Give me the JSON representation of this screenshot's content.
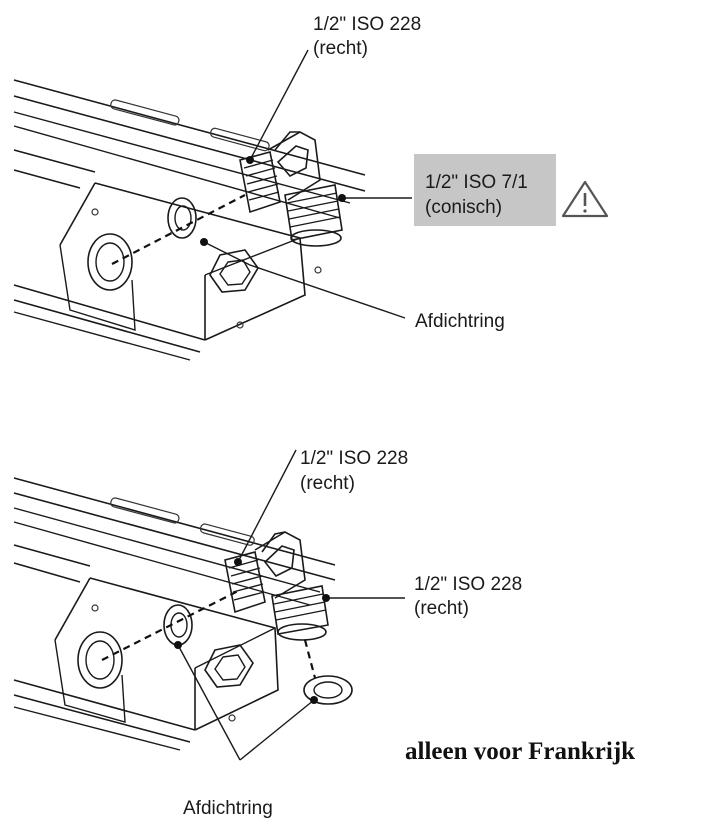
{
  "diagram_top": {
    "label_pipe": {
      "line1": "1/2\"  ISO 228",
      "line2": "(recht)"
    },
    "label_outlet": {
      "line1": "1/2\"  ISO 7/1",
      "line2": "(conisch)",
      "highlight": "#c6c6c6"
    },
    "label_ring": "Afdichtring",
    "icons": [
      "warning-triangle-icon"
    ]
  },
  "diagram_bottom": {
    "label_pipe": {
      "line1": "1/2\"  ISO 228",
      "line2": "(recht)"
    },
    "label_outlet": {
      "line1": "1/2\"  ISO 228",
      "line2": "(recht)"
    },
    "label_ring": "Afdichtring"
  },
  "note": "alleen voor Frankrijk"
}
